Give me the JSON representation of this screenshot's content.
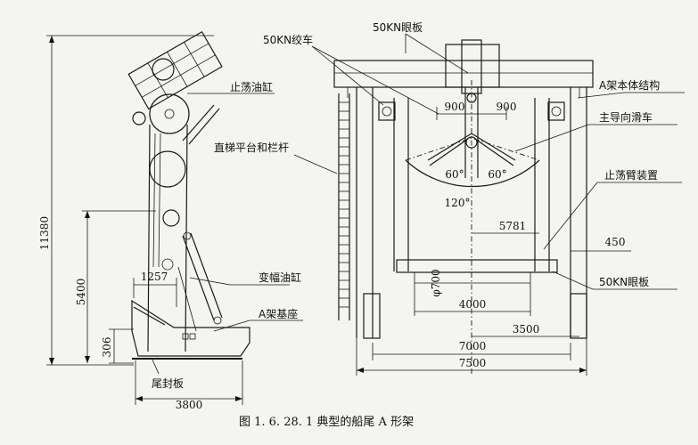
{
  "caption": "图 1. 6. 28. 1   典型的船尾 A 形架",
  "labels": {
    "winch": "50KN绞车",
    "eye_plate_top": "50KN眼板",
    "swing_cylinder": "止荡油缸",
    "ladder": "直梯平台和栏杆",
    "luffing_cylinder": "变幅油缸",
    "base": "A架基座",
    "tail_plate": "尾封板",
    "a_frame_body": "A架本体结构",
    "main_guide_pulley": "主导向滑车",
    "swing_arm": "止荡臂装置",
    "eye_plate_bottom": "50KN眼板"
  },
  "dimensions": {
    "height_total": "11380",
    "height_5400": "5400",
    "height_306": "306",
    "width_1257": "1257",
    "width_3800": "3800",
    "offset_900_left": "900",
    "offset_900_right": "900",
    "angle_60_left": "60°",
    "angle_60_right": "60°",
    "angle_120": "120°",
    "width_5781": "5781",
    "width_450": "450",
    "dia_700": "φ700",
    "width_4000": "4000",
    "width_3500": "3500",
    "width_7000": "7000",
    "width_7500": "7500"
  }
}
